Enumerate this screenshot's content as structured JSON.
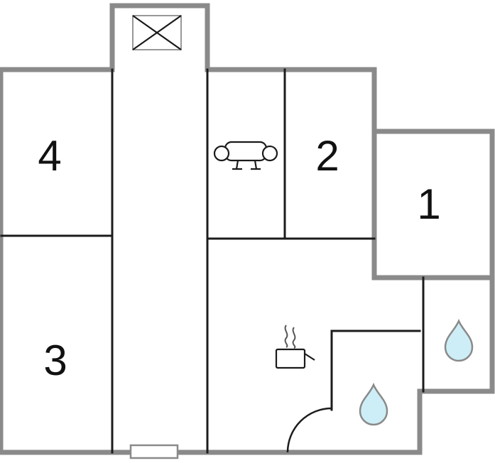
{
  "rooms": [
    {
      "id": "room-1",
      "label": "1"
    },
    {
      "id": "room-2",
      "label": "2"
    },
    {
      "id": "room-3",
      "label": "3"
    },
    {
      "id": "room-4",
      "label": "4"
    }
  ],
  "icons": {
    "stairs": "crossed-box-icon",
    "living_room": "sofa-icon",
    "kitchen": "pot-with-steam-icon",
    "bathroom_right": "water-drop-icon",
    "bathroom_bottom": "water-drop-icon",
    "entrance": "door-swing-arc",
    "hall_window": "window-rect"
  },
  "colors": {
    "background": "#ffffff",
    "outer_wall": "#8a8a8a",
    "inner_wall": "#1c1c1c",
    "label_text": "#111111",
    "icon_stroke": "#1a1a1a",
    "steam_stroke": "#555555",
    "water_fill": "#cdeef7",
    "water_stroke": "#8a8a8a"
  }
}
